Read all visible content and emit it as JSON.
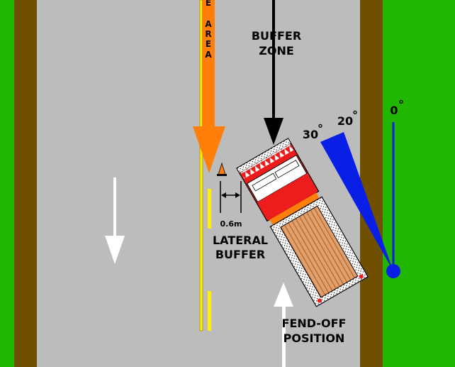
{
  "labels": {
    "work_area_letters": [
      "E",
      "A",
      "R",
      "E",
      "A"
    ],
    "buffer_zone_line1": "BUFFER",
    "buffer_zone_line2": "ZONE",
    "lateral_buffer_line1": "LATERAL",
    "lateral_buffer_line2": "BUFFER",
    "distance": "0.6m",
    "fend_off_line1": "FEND-OFF",
    "fend_off_line2": "POSITION"
  },
  "angles": {
    "a0": "0",
    "a20": "20",
    "a30": "30",
    "degree_symbol": "°"
  },
  "colors": {
    "grass": "#21b700",
    "verge": "#6f5000",
    "road": "#bcbcbc",
    "lane_line": "#ffee00",
    "work_area_arrow": "#ff7f0a",
    "cab": "#ee1d1d",
    "angle_indicator": "#0a1fe6",
    "tray": "#e2a06c"
  }
}
